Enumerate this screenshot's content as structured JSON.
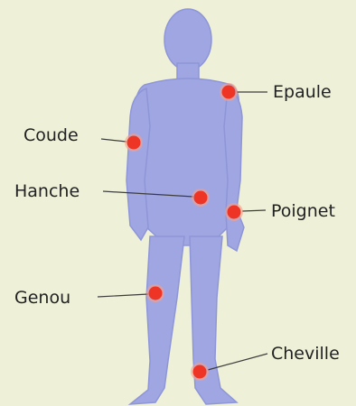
{
  "colors": {
    "background": "#eef1d8",
    "body": "#9fa6e2",
    "body_edge": "#8e96d8",
    "joint_fill": "#ee3424",
    "joint_glow": "#f7a08a",
    "leader_line": "#3d3d3d",
    "label_text": "#222222"
  },
  "joints": [
    {
      "id": "epaule",
      "label": "Epaule"
    },
    {
      "id": "coude",
      "label": "Coude"
    },
    {
      "id": "hanche",
      "label": "Hanche"
    },
    {
      "id": "poignet",
      "label": "Poignet"
    },
    {
      "id": "genou",
      "label": "Genou"
    },
    {
      "id": "cheville",
      "label": "Cheville"
    }
  ]
}
